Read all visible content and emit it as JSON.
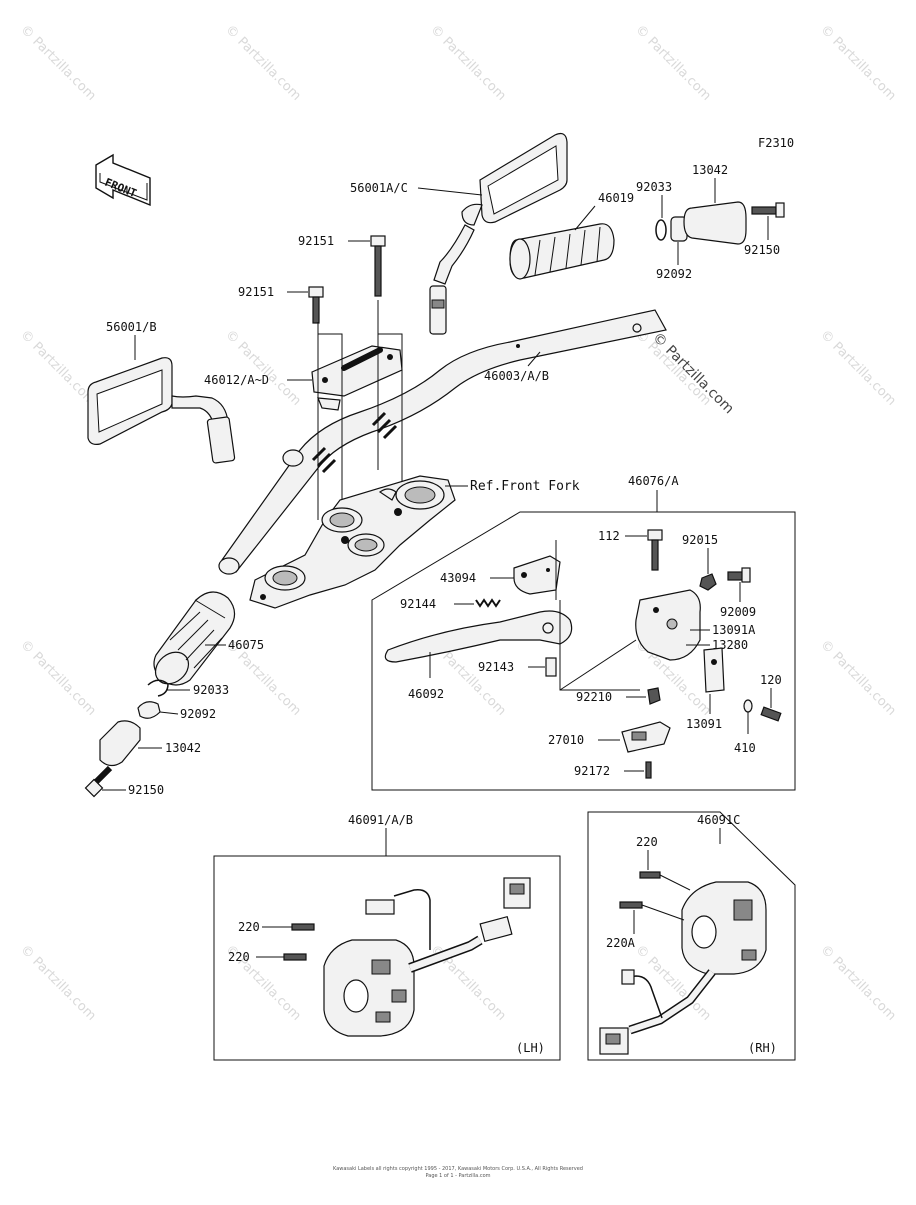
{
  "figure_code": "F2310",
  "front_badge": "FRONT",
  "watermark": "© Partzilla.com",
  "ref_label": "Ref.Front Fork",
  "footer_lines": [
    "Kawasaki Labels all rights copyright 1995 - 2017, Kawasaki Motors Corp. U.S.A., All Rights Reserved",
    "Page 1 of 1 - Partzilla.com"
  ],
  "callouts": {
    "mirror_right": "56001A/C",
    "mirror_left": "56001/B",
    "bolt_top_1": "92151",
    "bolt_top_2": "92151",
    "holder": "46012/A~D",
    "handlebar": "46003/A/B",
    "grip_right": "46019",
    "ring_right": "92033",
    "weight_right": "13042",
    "collar_right": "92092",
    "bolt_right": "92150",
    "grip_left": "46075",
    "ring_left": "92033",
    "collar_left": "92092",
    "weight_left": "13042",
    "bolt_left": "92150",
    "lever_assy": "46076/A",
    "bolt_112": "112",
    "nut_92015": "92015",
    "bracket_43094": "43094",
    "screw_92009": "92009",
    "spring_92144": "92144",
    "holder_13091A": "13091A",
    "pin_13280": "13280",
    "pivot_92143": "92143",
    "cap_120": "120",
    "lever_46092": "46092",
    "nut_92210": "92210",
    "plate_13091": "13091",
    "washer_410": "410",
    "switch_27010": "27010",
    "screw_92172": "92172",
    "switch_lh": "46091/A/B",
    "switch_rh": "46091C",
    "screw_220_lh_1": "220",
    "screw_220_lh_2": "220",
    "screw_220_rh": "220",
    "screw_220A_rh": "220A",
    "side_lh": "(LH)",
    "side_rh": "(RH)"
  }
}
